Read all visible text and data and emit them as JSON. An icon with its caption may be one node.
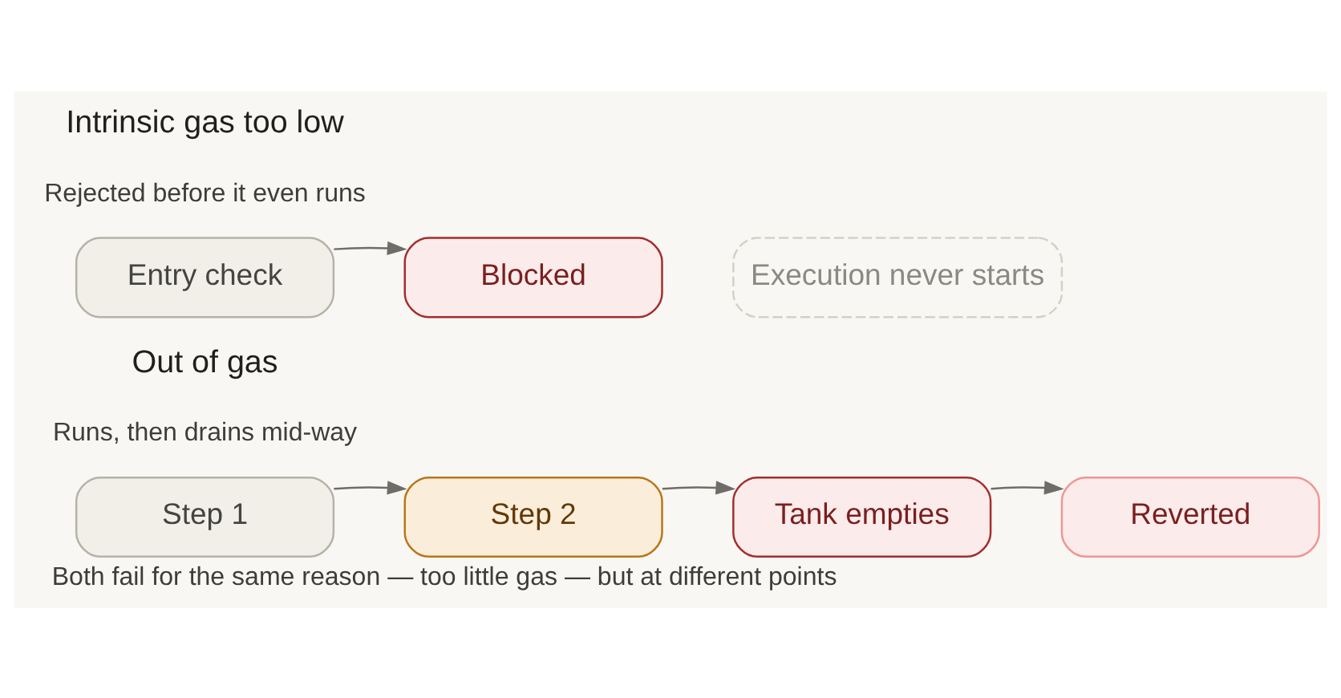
{
  "diagram": {
    "caption": "Both fail for the same reason — too little gas — but at different points",
    "nodes": [
      {
        "text": [
          "Entry check"
        ]
      },
      {
        "text": [
          "Blocked"
        ]
      },
      {
        "text": [
          "Execution never starts"
        ]
      },
      {
        "text": [
          "Step 1"
        ]
      },
      {
        "text": [
          "Step 2"
        ]
      },
      {
        "text": [
          "Tank empties"
        ]
      },
      {
        "text": [
          "Reverted"
        ]
      }
    ],
    "edges": [
      {
        "from": 0,
        "to": 1,
        "arrow": "to"
      },
      {
        "from": 3,
        "to": 4,
        "arrow": "to"
      },
      {
        "from": 4,
        "to": 5,
        "arrow": "to"
      },
      {
        "from": 5,
        "to": 6,
        "arrow": "to"
      }
    ],
    "labels": [
      "Intrinsic gas too low",
      "Rejected before it even runs",
      "Out of gas",
      "Runs, then drains mid-way"
    ]
  }
}
